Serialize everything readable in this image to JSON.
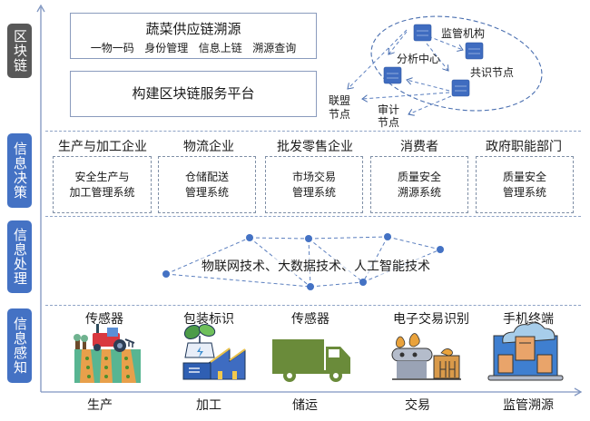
{
  "layers": {
    "blockchain": "区块链",
    "decision": "信息决策",
    "processing": "信息处理",
    "sensing": "信息感知"
  },
  "blockchain": {
    "trace_title": "蔬菜供应链溯源",
    "trace_functions": [
      "一物一码",
      "身份管理",
      "信息上链",
      "溯源查询"
    ],
    "platform": "构建区块链服务平台",
    "network": {
      "regulator": "监管机构",
      "analysis": "分析中心",
      "consensus": "共识节点",
      "alliance": "联盟节点",
      "audit": "审计节点"
    },
    "accent_color": "#4472c4"
  },
  "decision": {
    "entities": [
      {
        "title": "生产与加工企业",
        "system": "安全生产与加工管理系统",
        "lines": [
          "安全生产与",
          "加工管理系统"
        ]
      },
      {
        "title": "物流企业",
        "system": "仓储配送管理系统",
        "lines": [
          "仓储配送",
          "管理系统"
        ]
      },
      {
        "title": "批发零售企业",
        "system": "市场交易管理系统",
        "lines": [
          "市场交易",
          "管理系统"
        ]
      },
      {
        "title": "消费者",
        "system": "质量安全溯源系统",
        "lines": [
          "质量安全",
          "溯源系统"
        ]
      },
      {
        "title": "政府职能部门",
        "system": "质量安全管理系统",
        "lines": [
          "质量安全",
          "管理系统"
        ]
      }
    ]
  },
  "processing": {
    "technologies": "物联网技术、大数据技术、人工智能技术"
  },
  "sensing": {
    "items": [
      {
        "title": "传感器",
        "icon": "tractor-field-icon",
        "stage": "生产"
      },
      {
        "title": "包装标识",
        "icon": "green-factory-icon",
        "stage": "加工"
      },
      {
        "title": "传感器",
        "icon": "truck-icon",
        "stage": "储运"
      },
      {
        "title": "电子交易识别",
        "icon": "conveyor-icon",
        "stage": "交易"
      },
      {
        "title": "手机终端",
        "icon": "cloud-laptop-icon",
        "stage": "监管溯源"
      }
    ]
  }
}
